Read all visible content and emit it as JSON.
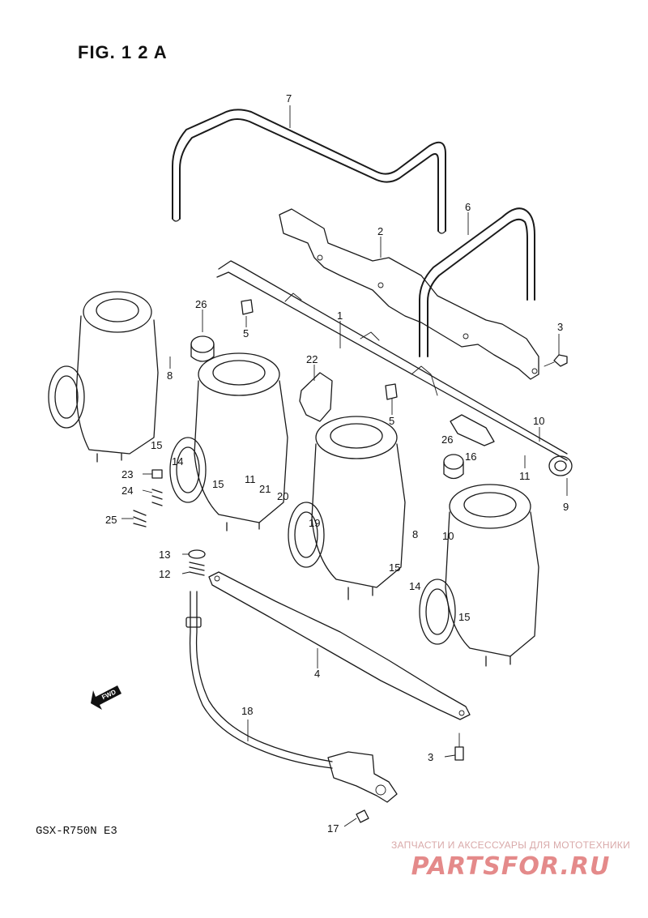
{
  "header": {
    "figure_title": "FIG. 1 2 A"
  },
  "footer": {
    "model_code": "GSX-R750N E3",
    "watermark_tagline": "ЗАПЧАСТИ И АКСЕССУАРЫ ДЛЯ МОТОТЕХНИКИ",
    "watermark_logo": "PARTSFOR.RU"
  },
  "direction_arrow": {
    "label": "FWD"
  },
  "callouts": [
    "7",
    "2",
    "6",
    "26",
    "5",
    "1",
    "3",
    "22",
    "8",
    "10",
    "5",
    "15",
    "14",
    "15",
    "23",
    "24",
    "25",
    "11",
    "21",
    "20",
    "19",
    "16",
    "26",
    "11",
    "9",
    "8",
    "10",
    "15",
    "14",
    "15",
    "13",
    "12",
    "4",
    "18",
    "3",
    "17"
  ],
  "colors": {
    "line": "#1a1a1a",
    "background": "#ffffff",
    "watermark": "#e48a8a"
  }
}
